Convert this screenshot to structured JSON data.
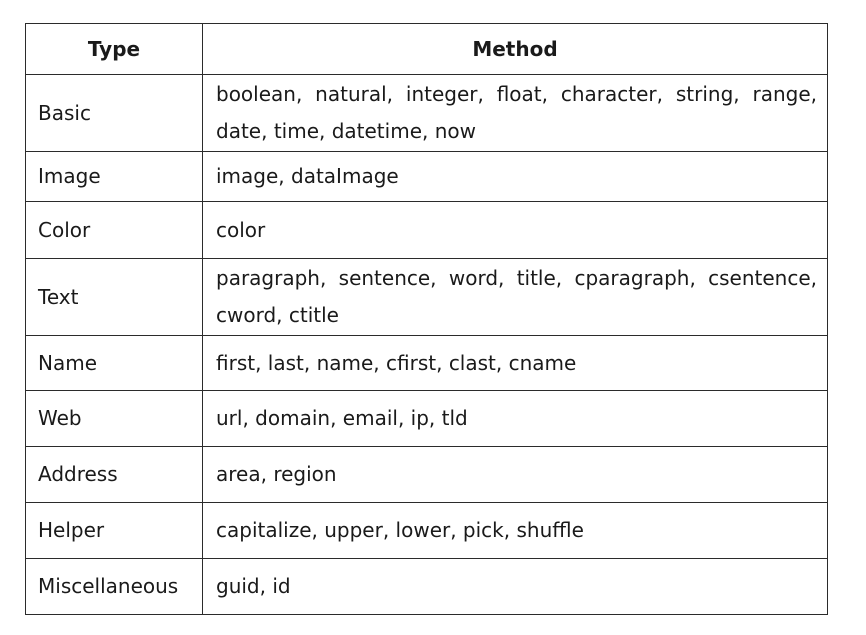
{
  "table": {
    "headers": {
      "type": "Type",
      "method": "Method"
    },
    "rows": [
      {
        "type": "Basic",
        "method": "boolean, natural, integer, float, character, string, range, date, time, datetime, now"
      },
      {
        "type": "Image",
        "method": "image, dataImage"
      },
      {
        "type": "Color",
        "method": "color"
      },
      {
        "type": "Text",
        "method": "paragraph, sentence, word, title, cparagraph, csentence, cword, ctitle"
      },
      {
        "type": "Name",
        "method": "first, last, name, cfirst, clast, cname"
      },
      {
        "type": "Web",
        "method": "url, domain, email, ip, tld"
      },
      {
        "type": "Address",
        "method": "area, region"
      },
      {
        "type": "Helper",
        "method": "capitalize, upper, lower, pick, shuffle"
      },
      {
        "type": "Miscellaneous",
        "method": "guid, id"
      }
    ]
  }
}
